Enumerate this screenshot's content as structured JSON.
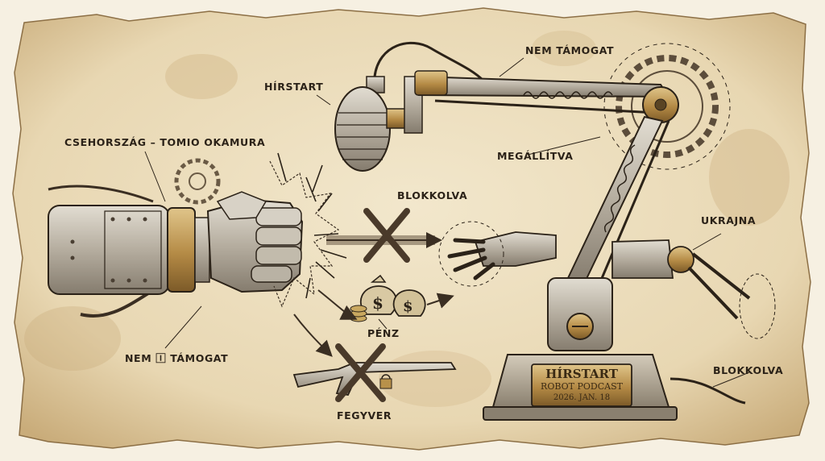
{
  "labels": {
    "hirstart": "HÍRSTART",
    "nem_tamogat_top": "NEM TÁMOGAT",
    "cseh": "CSEHORSZÁG – TOMIO OKAMURA",
    "megallitva": "MEGÁLLÍTVA",
    "blokkolva_top": "BLOKKOLVA",
    "ukrajna": "UKRAJNA",
    "penz": "PÉNZ",
    "nem_tamogat_bottom": "NEM 🄸 TÁMOGAT",
    "blokkolva_bottom": "BLOKKOLVA",
    "fegyver": "FEGYVER"
  },
  "plate": {
    "line1": "HÍRSTART",
    "line2": "ROBOT PODCAST",
    "line3": "2026. JAN. 18"
  },
  "colors": {
    "paper": "#efe2c4",
    "ink": "#2b2218",
    "metal": "#b9b2a4",
    "brass": "#b8914a",
    "cross": "#4a3a2a"
  }
}
